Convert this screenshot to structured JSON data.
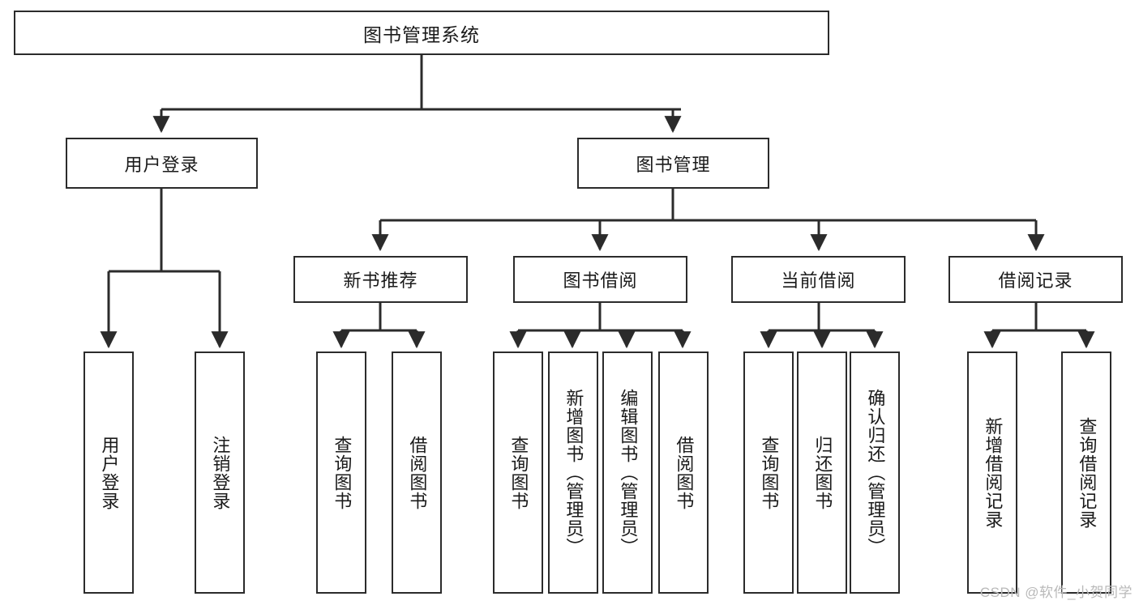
{
  "diagram": {
    "title": "图书管理系统",
    "watermark": "CSDN @软件_小贺同学",
    "accent_color": "#2b2b2b",
    "background_color": "#ffffff",
    "nodes": {
      "root": "图书管理系统",
      "user_login": "用户登录",
      "book_manage": "图书管理",
      "new_book_rec": "新书推荐",
      "book_borrow": "图书借阅",
      "current_borrow": "当前借阅",
      "borrow_record": "借阅记录",
      "leaf_user_login": "用户登录",
      "leaf_user_logout": "注销登录",
      "leaf_query_book_1": "查询图书",
      "leaf_borrow_book_1": "借阅图书",
      "leaf_query_book_2": "查询图书",
      "leaf_add_book": "新增图书（管理员）",
      "leaf_edit_book": "编辑图书（管理员）",
      "leaf_borrow_book_2": "借阅图书",
      "leaf_query_book_3": "查询图书",
      "leaf_return_book": "归还图书",
      "leaf_confirm_return": "确认归还（管理员）",
      "leaf_add_record": "新增借阅记录",
      "leaf_query_record": "查询借阅记录"
    }
  }
}
